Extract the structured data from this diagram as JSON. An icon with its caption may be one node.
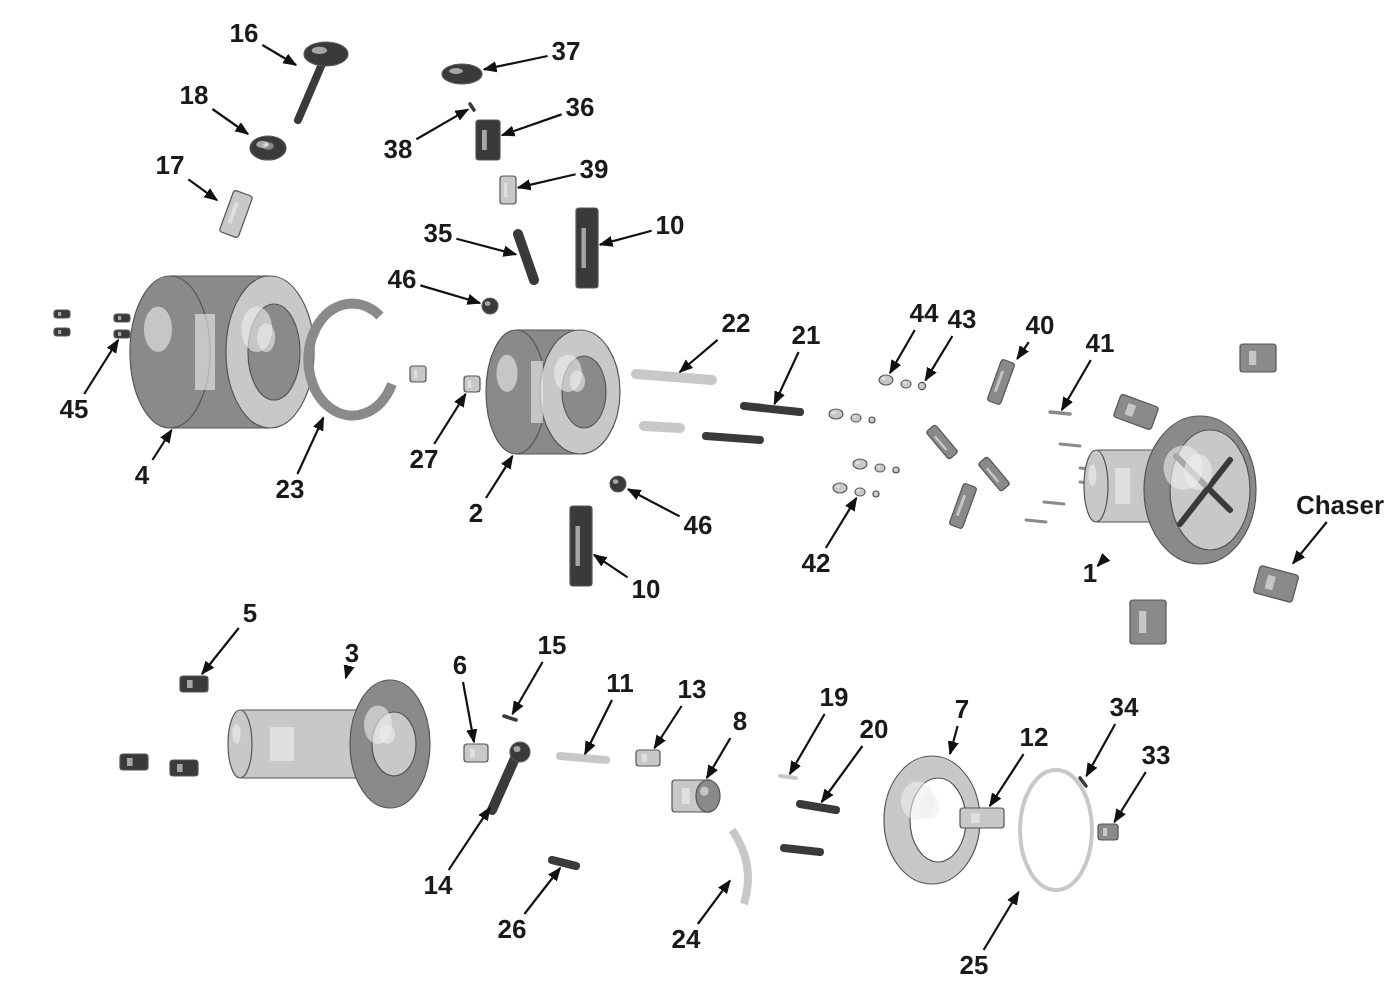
{
  "diagram": {
    "nodes": [
      {
        "text": [
          "16"
        ]
      },
      {
        "text": [
          "37"
        ]
      },
      {
        "text": [
          "18"
        ]
      },
      {
        "text": [
          "38"
        ]
      },
      {
        "text": [
          "36"
        ]
      },
      {
        "text": [
          "39"
        ]
      },
      {
        "text": [
          "17"
        ]
      },
      {
        "text": [
          "35"
        ]
      },
      {
        "text": [
          "10"
        ]
      },
      {
        "text": [
          "46"
        ]
      },
      {
        "text": [
          "22"
        ]
      },
      {
        "text": [
          "21"
        ]
      },
      {
        "text": [
          "44"
        ]
      },
      {
        "text": [
          "43"
        ]
      },
      {
        "text": [
          "40"
        ]
      },
      {
        "text": [
          "41"
        ]
      },
      {
        "text": [
          "45"
        ]
      },
      {
        "text": [
          "4"
        ]
      },
      {
        "text": [
          "23"
        ]
      },
      {
        "text": [
          "27"
        ]
      },
      {
        "text": [
          "2"
        ]
      },
      {
        "text": [
          "46"
        ]
      },
      {
        "text": [
          "42"
        ]
      },
      {
        "text": [
          "1"
        ]
      },
      {
        "text": [
          "Chaser"
        ]
      },
      {
        "text": [
          "10"
        ]
      },
      {
        "text": [
          "5"
        ]
      },
      {
        "text": [
          "3"
        ]
      },
      {
        "text": [
          "6"
        ]
      },
      {
        "text": [
          "15"
        ]
      },
      {
        "text": [
          "11"
        ]
      },
      {
        "text": [
          "13"
        ]
      },
      {
        "text": [
          "19"
        ]
      },
      {
        "text": [
          "8"
        ]
      },
      {
        "text": [
          "20"
        ]
      },
      {
        "text": [
          "7"
        ]
      },
      {
        "text": [
          "12"
        ]
      },
      {
        "text": [
          "34"
        ]
      },
      {
        "text": [
          "33"
        ]
      },
      {
        "text": [
          "14"
        ]
      },
      {
        "text": [
          "26"
        ]
      },
      {
        "text": [
          "24"
        ]
      },
      {
        "text": [
          "25"
        ]
      },
      {
        "text": [],
        "shape": "picture"
      },
      {
        "text": [],
        "shape": "picture"
      },
      {
        "text": [],
        "shape": "picture"
      },
      {
        "text": [],
        "shape": "picture"
      },
      {
        "text": [],
        "shape": "picture"
      },
      {
        "text": [],
        "shape": "picture"
      },
      {
        "text": [],
        "shape": "picture"
      },
      {
        "text": [],
        "shape": "picture"
      },
      {
        "text": [],
        "shape": "picture"
      },
      {
        "text": [],
        "shape": "picture"
      },
      {
        "text": [],
        "shape": "picture"
      },
      {
        "text": [],
        "shape": "picture"
      },
      {
        "text": [],
        "shape": "picture"
      },
      {
        "text": [],
        "shape": "picture"
      },
      {
        "text": [],
        "shape": "picture"
      },
      {
        "text": [],
        "shape": "picture"
      },
      {
        "text": [],
        "shape": "picture"
      },
      {
        "text": [],
        "shape": "picture"
      },
      {
        "text": [],
        "shape": "picture"
      },
      {
        "text": [],
        "shape": "picture"
      },
      {
        "text": [],
        "shape": "picture"
      },
      {
        "text": [],
        "shape": "picture"
      },
      {
        "text": [],
        "shape": "picture"
      },
      {
        "text": [],
        "shape": "picture"
      },
      {
        "text": [],
        "shape": "picture"
      },
      {
        "text": [],
        "shape": "picture"
      },
      {
        "text": [],
        "shape": "picture"
      },
      {
        "text": [],
        "shape": "picture"
      },
      {
        "text": [],
        "shape": "picture"
      },
      {
        "text": [],
        "shape": "picture"
      },
      {
        "text": [],
        "shape": "picture"
      },
      {
        "text": [],
        "shape": "picture"
      },
      {
        "text": [],
        "shape": "picture"
      },
      {
        "text": [],
        "shape": "picture"
      },
      {
        "text": [],
        "shape": "picture"
      },
      {
        "text": [],
        "shape": "picture"
      },
      {
        "text": [],
        "shape": "picture"
      },
      {
        "text": [],
        "shape": "picture"
      },
      {
        "text": [],
        "shape": "picture"
      },
      {
        "text": [],
        "shape": "picture"
      },
      {
        "text": [],
        "shape": "picture"
      },
      {
        "text": [],
        "shape": "picture"
      },
      {
        "text": [],
        "shape": "picture"
      }
    ],
    "edges": [
      {
        "from": 0,
        "to": 43,
        "arrow": "to"
      },
      {
        "from": 1,
        "to": 44,
        "arrow": "to"
      },
      {
        "from": 2,
        "to": 45,
        "arrow": "to"
      },
      {
        "from": 3,
        "to": 46,
        "arrow": "to"
      },
      {
        "from": 4,
        "to": 47,
        "arrow": "to"
      },
      {
        "from": 5,
        "to": 48,
        "arrow": "to"
      },
      {
        "from": 6,
        "to": 49,
        "arrow": "to"
      },
      {
        "from": 7,
        "to": 50,
        "arrow": "to"
      },
      {
        "from": 8,
        "to": 51,
        "arrow": "to"
      },
      {
        "from": 9,
        "to": 52,
        "arrow": "to"
      },
      {
        "from": 10,
        "to": 53,
        "arrow": "to"
      },
      {
        "from": 11,
        "to": 54,
        "arrow": "to"
      },
      {
        "from": 12,
        "to": 55,
        "arrow": "to"
      },
      {
        "from": 13,
        "to": 56,
        "arrow": "to"
      },
      {
        "from": 14,
        "to": 57,
        "arrow": "to"
      },
      {
        "from": 15,
        "to": 58,
        "arrow": "to"
      },
      {
        "from": 16,
        "to": 59,
        "arrow": "to"
      },
      {
        "from": 17,
        "to": 60,
        "arrow": "to"
      },
      {
        "from": 18,
        "to": 61,
        "arrow": "to"
      },
      {
        "from": 19,
        "to": 62,
        "arrow": "to"
      },
      {
        "from": 20,
        "to": 63,
        "arrow": "to"
      },
      {
        "from": 21,
        "to": 64,
        "arrow": "to"
      },
      {
        "from": 22,
        "to": 65,
        "arrow": "to"
      },
      {
        "from": 23,
        "to": 66,
        "arrow": "to"
      },
      {
        "from": 24,
        "to": 67,
        "arrow": "to"
      },
      {
        "from": 25,
        "to": 68,
        "arrow": "to"
      },
      {
        "from": 26,
        "to": 69,
        "arrow": "to"
      },
      {
        "from": 27,
        "to": 70,
        "arrow": "to"
      },
      {
        "from": 28,
        "to": 71,
        "arrow": "to"
      },
      {
        "from": 29,
        "to": 72,
        "arrow": "to"
      },
      {
        "from": 30,
        "to": 73,
        "arrow": "to"
      },
      {
        "from": 31,
        "to": 74,
        "arrow": "to"
      },
      {
        "from": 32,
        "to": 75,
        "arrow": "to"
      },
      {
        "from": 33,
        "to": 76,
        "arrow": "to"
      },
      {
        "from": 34,
        "to": 77,
        "arrow": "to"
      },
      {
        "from": 35,
        "to": 78,
        "arrow": "to"
      },
      {
        "from": 36,
        "to": 79,
        "arrow": "to"
      },
      {
        "from": 37,
        "to": 80,
        "arrow": "to"
      },
      {
        "from": 38,
        "to": 81,
        "arrow": "to"
      },
      {
        "from": 39,
        "to": 82,
        "arrow": "to"
      },
      {
        "from": 40,
        "to": 83,
        "arrow": "to"
      },
      {
        "from": 41,
        "to": 84,
        "arrow": "to"
      },
      {
        "from": 42,
        "to": 85,
        "arrow": "to"
      }
    ]
  }
}
